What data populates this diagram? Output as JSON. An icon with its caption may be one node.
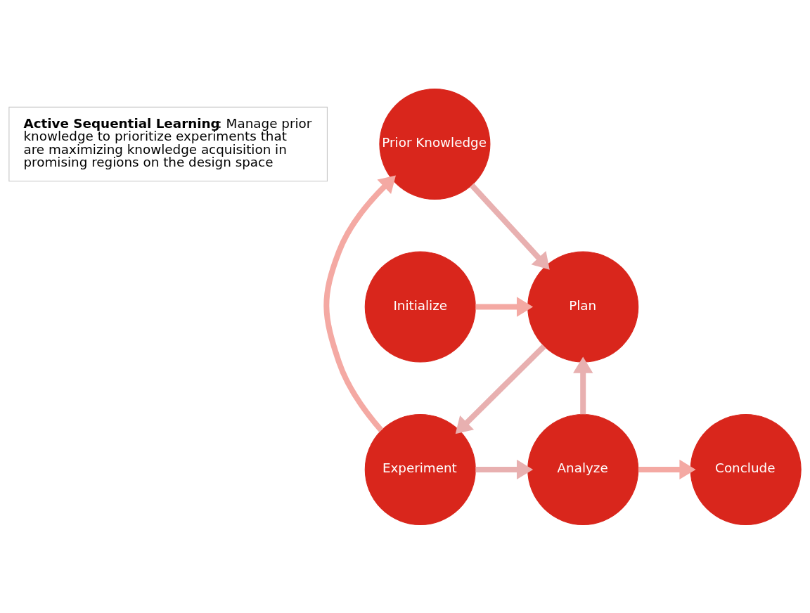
{
  "diagram": {
    "nodes": [
      {
        "text": [
          "**Active Sequential Learning**: Manage prior knowledge to prioritize experiments that are maximizing knowledge acquisition in promising regions on the design space"
        ]
      },
      {
        "text": [
          "Prior Knowledge"
        ]
      },
      {
        "text": [
          "Initialize"
        ]
      },
      {
        "text": [
          "Plan"
        ]
      },
      {
        "text": [
          "Conclude"
        ]
      },
      {
        "text": [
          "Analyze"
        ]
      },
      {
        "text": [
          "Experiment"
        ]
      }
    ],
    "edges": [
      {
        "from": 1,
        "to": 3,
        "arrow": "to"
      },
      {
        "from": 2,
        "to": 3,
        "arrow": "to",
        "color": "#f4a9a3"
      },
      {
        "from": 3,
        "to": 6,
        "arrow": "to"
      },
      {
        "from": 6,
        "to": 1,
        "arrow": "to",
        "color": "#f4a9a3"
      },
      {
        "from": 6,
        "to": 5,
        "arrow": "to"
      },
      {
        "from": 5,
        "to": 3,
        "arrow": "to"
      },
      {
        "from": 5,
        "to": 4,
        "arrow": "to",
        "color": "#f4a9a3"
      }
    ]
  }
}
